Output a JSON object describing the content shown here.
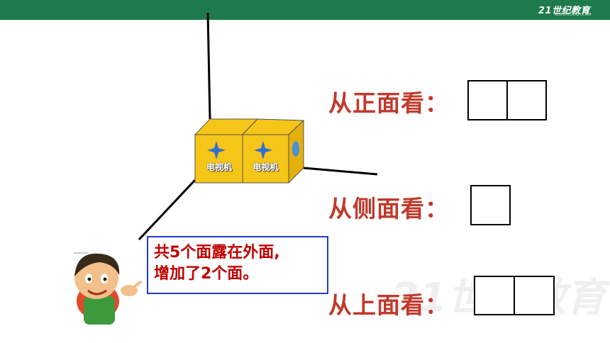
{
  "header": {
    "logo_text": "21世纪教育",
    "logo_sub": "WWW.21CNJY.COM",
    "bar_color": "#1e7a4a"
  },
  "views": {
    "front": "从正面看：",
    "side": "从侧面看：",
    "top": "从上面看："
  },
  "callout": {
    "line1": "共5个面露在外面,",
    "line2": "增加了2个面。"
  },
  "cube": {
    "face_label": "电视机",
    "face_color": "#f5c518"
  },
  "watermark": "21世纪教育",
  "colors": {
    "label": "#c0392b",
    "callout_text": "#c00000",
    "callout_border": "#1f3bd1"
  }
}
